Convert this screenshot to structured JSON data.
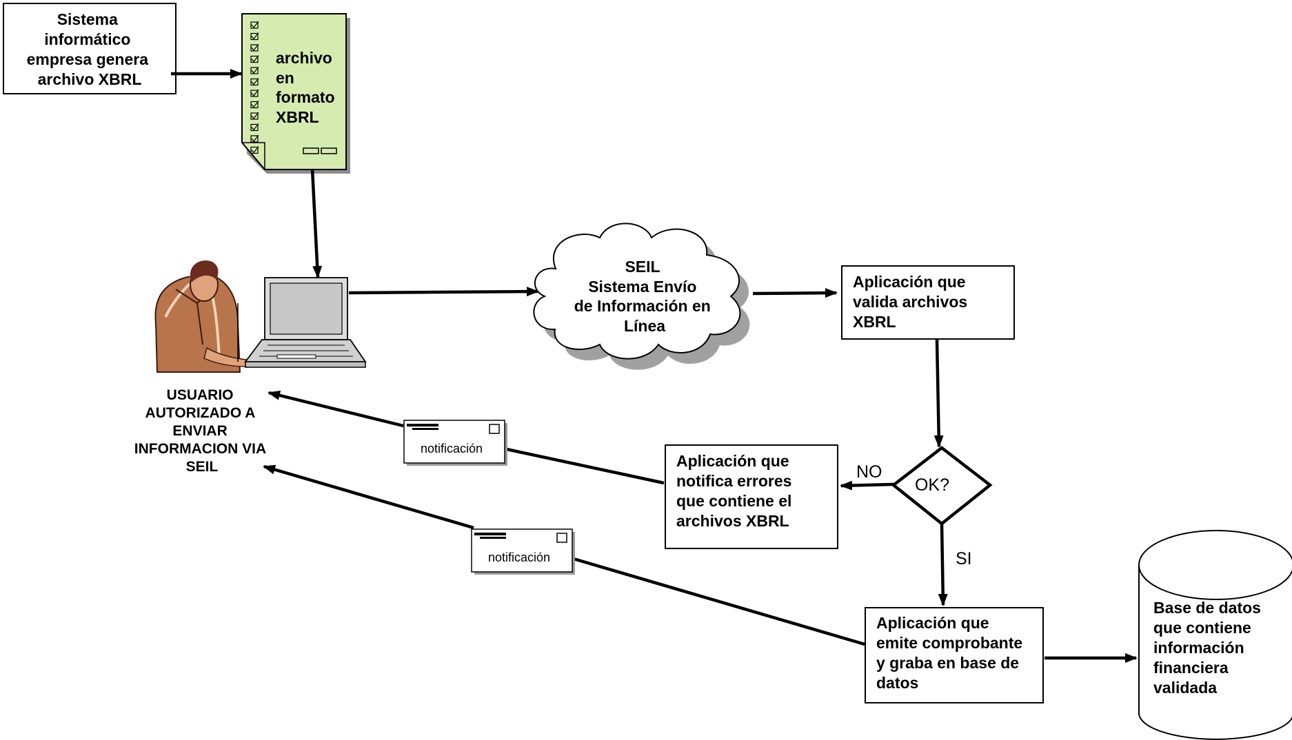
{
  "colors": {
    "document_fill": "#d6ebb0",
    "person_skin": "#b8744a",
    "person_hair": "#6b2b1e",
    "cloud_fill": "#ffffff",
    "cloud_shadow": "#a0a0a0",
    "laptop_gray": "#c8c8c8"
  },
  "nodes": {
    "sistema": {
      "lines": [
        "Sistema",
        "informático",
        "empresa  genera",
        "archivo XBRL"
      ]
    },
    "archivo": {
      "lines": [
        "archivo",
        "en",
        "formato",
        "XBRL"
      ]
    },
    "usuario": {
      "lines": [
        "USUARIO",
        "AUTORIZADO A",
        "ENVIAR",
        "INFORMACION VIA",
        "SEIL"
      ]
    },
    "seil": {
      "lines": [
        "SEIL",
        "Sistema Envío",
        "de Información en",
        "Línea"
      ]
    },
    "valida": {
      "lines": [
        "Aplicación que",
        "valida archivos",
        "XBRL"
      ]
    },
    "ok": {
      "label": "OK?"
    },
    "notifica": {
      "lines": [
        "Aplicación que",
        "notifica errores",
        "que contiene el",
        "archivos XBRL"
      ]
    },
    "emite": {
      "lines": [
        "Aplicación que",
        "emite comprobante",
        "y graba en base de",
        "datos"
      ]
    },
    "base": {
      "lines": [
        "Base de datos",
        "que contiene",
        "información",
        "financiera",
        "validada"
      ]
    }
  },
  "edge_labels": {
    "no": "NO",
    "si": "SI"
  },
  "envelopes": {
    "label1": "notificación",
    "label2": "notificación"
  },
  "icons": [
    "person-at-computer-icon",
    "laptop-icon",
    "checklist-document-icon",
    "envelope-icon",
    "cloud-shape",
    "database-cylinder"
  ]
}
